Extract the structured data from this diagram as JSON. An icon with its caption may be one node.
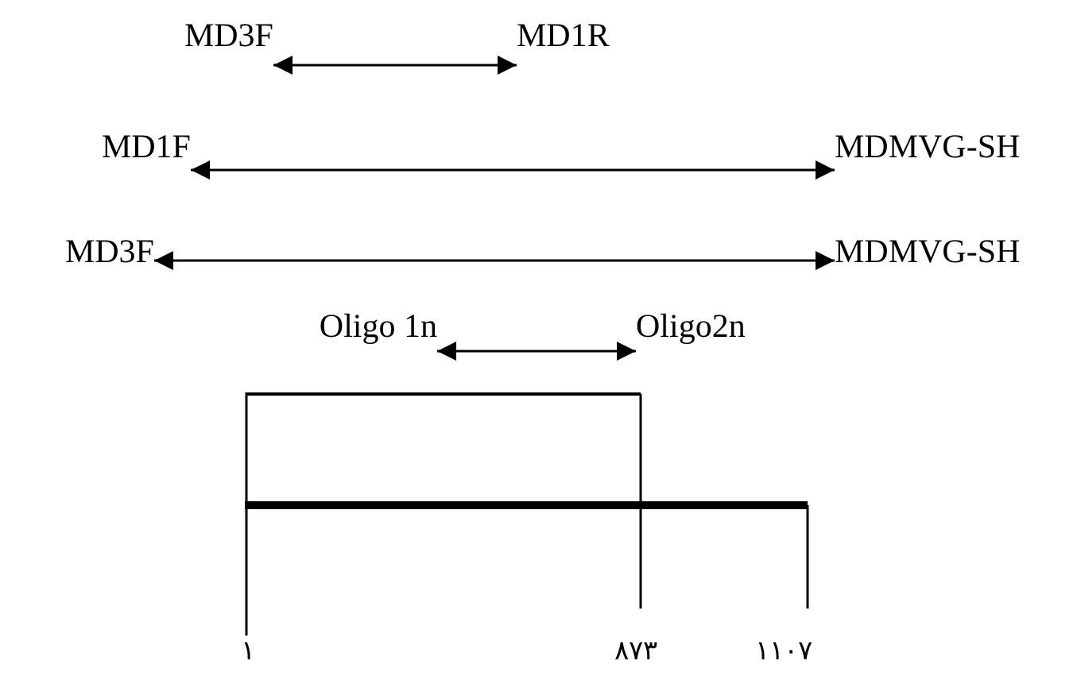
{
  "diagram": {
    "nodes": [
      {
        "text": [
          "MD3F"
        ]
      },
      {
        "text": [
          "MD1R"
        ]
      },
      {
        "text": [
          "MD1F"
        ]
      },
      {
        "text": [
          "MDMVG-SH"
        ]
      },
      {
        "text": [
          "MD3F"
        ]
      },
      {
        "text": [
          "MDMVG-SH"
        ]
      },
      {
        "text": [
          "Oligo 1n"
        ]
      },
      {
        "text": [
          "Oligo2n"
        ]
      }
    ],
    "edges": [
      {
        "from": 0,
        "to": 1,
        "arrow": "both"
      },
      {
        "from": 2,
        "to": 3,
        "arrow": "both"
      },
      {
        "from": 4,
        "to": 5,
        "arrow": "both"
      },
      {
        "from": 6,
        "to": 7,
        "arrow": "both"
      }
    ],
    "labels": [
      "١",
      "٨٧٣",
      "١١٠٧"
    ]
  }
}
